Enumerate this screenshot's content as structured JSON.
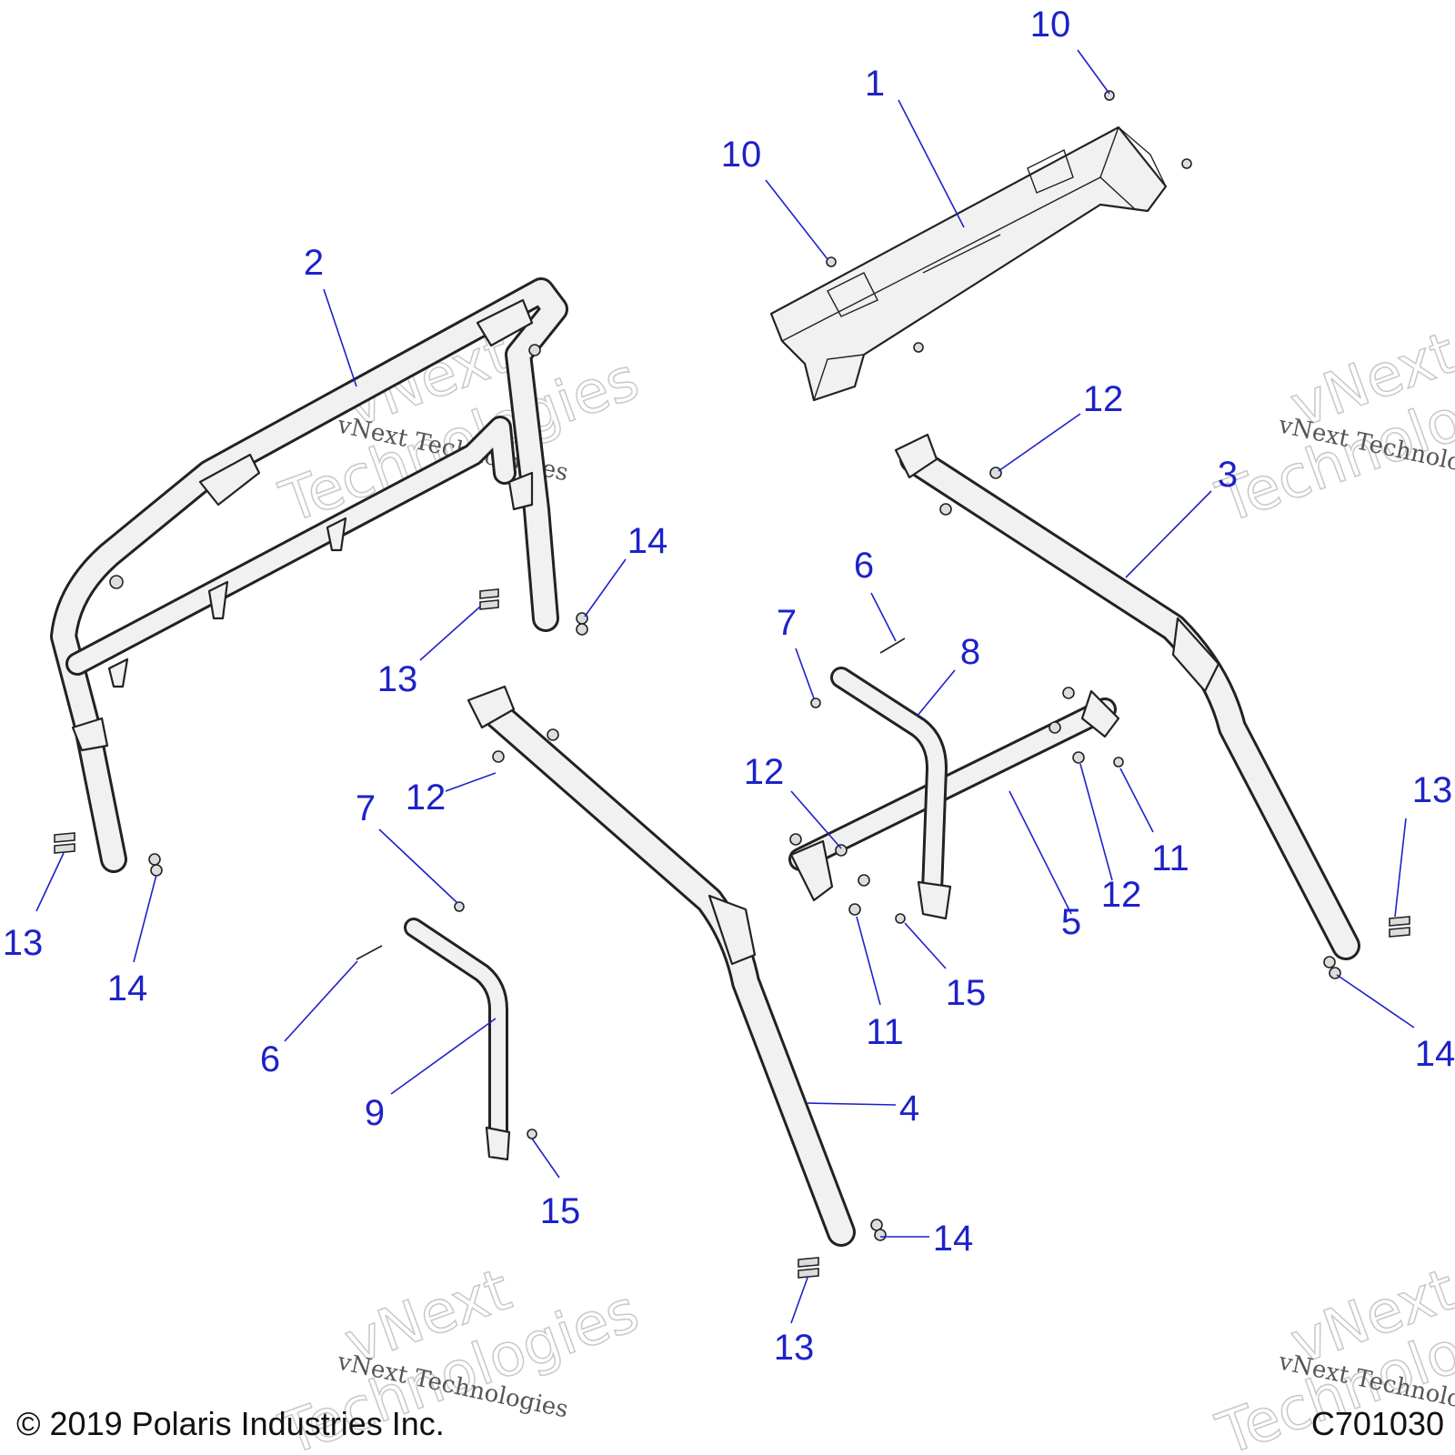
{
  "footer": {
    "copyright": "© 2019 Polaris Industries Inc.",
    "diagram_code": "C701030"
  },
  "watermark": {
    "line1": "vNext",
    "line2": "Technologies",
    "small": "vNext Technologies"
  },
  "callouts": {
    "c1": "1",
    "c2": "2",
    "c3": "3",
    "c4": "4",
    "c5": "5",
    "c6a": "6",
    "c6b": "6",
    "c7a": "7",
    "c7b": "7",
    "c8": "8",
    "c9": "9",
    "c10a": "10",
    "c10b": "10",
    "c11a": "11",
    "c11b": "11",
    "c12a": "12",
    "c12b": "12",
    "c12c": "12",
    "c12d": "12",
    "c13a": "13",
    "c13b": "13",
    "c13c": "13",
    "c13d": "13",
    "c14a": "14",
    "c14b": "14",
    "c14c": "14",
    "c14d": "14",
    "c15a": "15",
    "c15b": "15"
  }
}
